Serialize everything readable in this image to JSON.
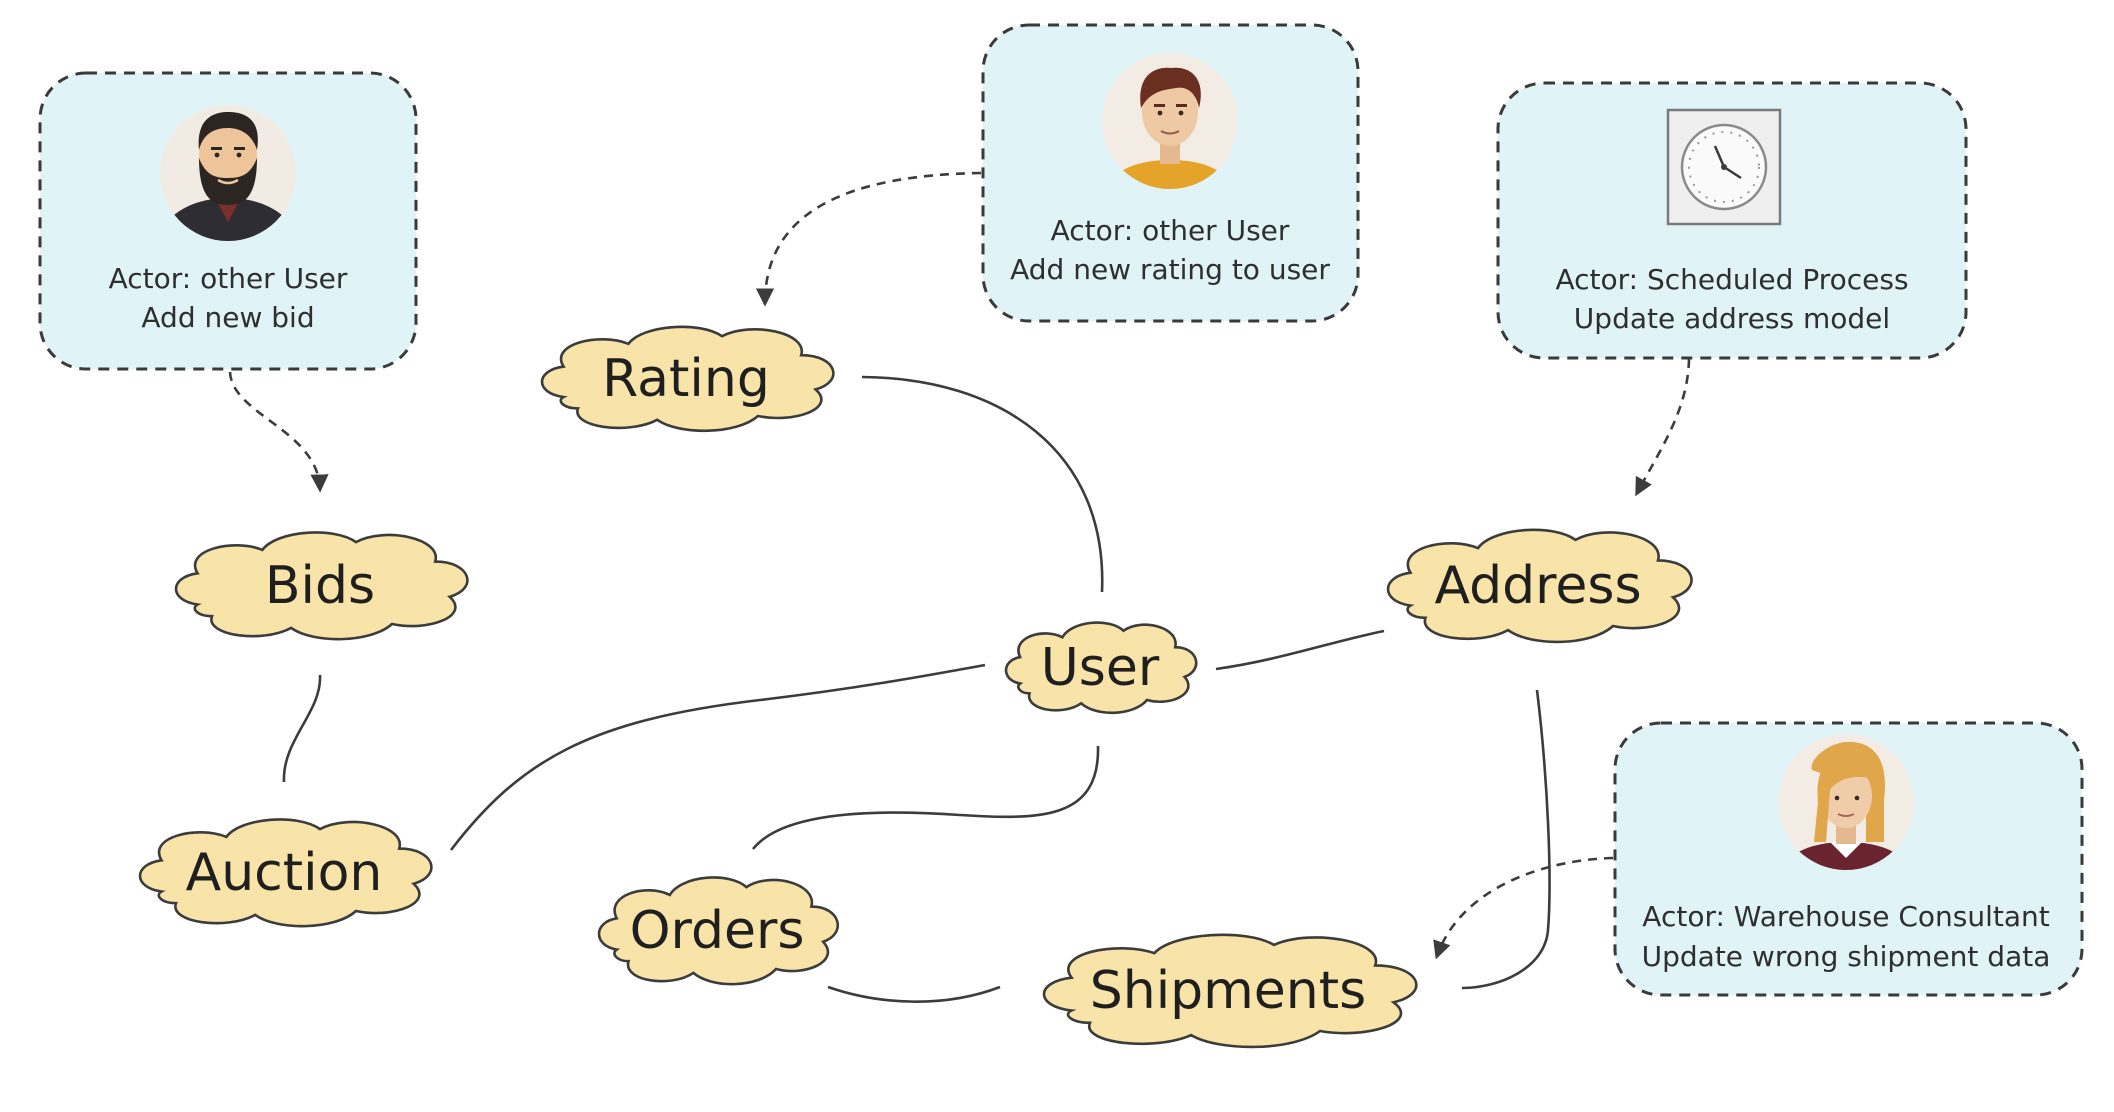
{
  "diagram": {
    "colors": {
      "cloud_fill": "#f8e4a8",
      "card_fill": "#e0f4f8",
      "stroke": "#3c3c3c",
      "text": "#1f1f1f"
    },
    "entities": [
      {
        "id": "rating",
        "label": "Rating"
      },
      {
        "id": "bids",
        "label": "Bids"
      },
      {
        "id": "auction",
        "label": "Auction"
      },
      {
        "id": "user",
        "label": "User"
      },
      {
        "id": "address",
        "label": "Address"
      },
      {
        "id": "orders",
        "label": "Orders"
      },
      {
        "id": "shipments",
        "label": "Shipments"
      }
    ],
    "actors": [
      {
        "id": "bid-actor",
        "icon": "bearded-man-avatar-icon",
        "line1": "Actor: other User",
        "line2": "Add new bid",
        "targets": "bids"
      },
      {
        "id": "rating-actor",
        "icon": "young-man-avatar-icon",
        "line1": "Actor: other User",
        "line2": "Add new rating to user",
        "targets": "rating"
      },
      {
        "id": "scheduled-actor",
        "icon": "clock-icon",
        "line1": "Actor: Scheduled Process",
        "line2": "Update address model",
        "targets": "address"
      },
      {
        "id": "warehouse-actor",
        "icon": "woman-avatar-icon",
        "line1": "Actor: Warehouse Consultant",
        "line2": "Update wrong shipment data",
        "targets": "shipments"
      }
    ],
    "relations": [
      {
        "from": "bids",
        "to": "auction"
      },
      {
        "from": "auction",
        "to": "user"
      },
      {
        "from": "rating",
        "to": "user"
      },
      {
        "from": "user",
        "to": "address"
      },
      {
        "from": "user",
        "to": "orders"
      },
      {
        "from": "orders",
        "to": "shipments"
      },
      {
        "from": "address",
        "to": "shipments"
      }
    ]
  }
}
